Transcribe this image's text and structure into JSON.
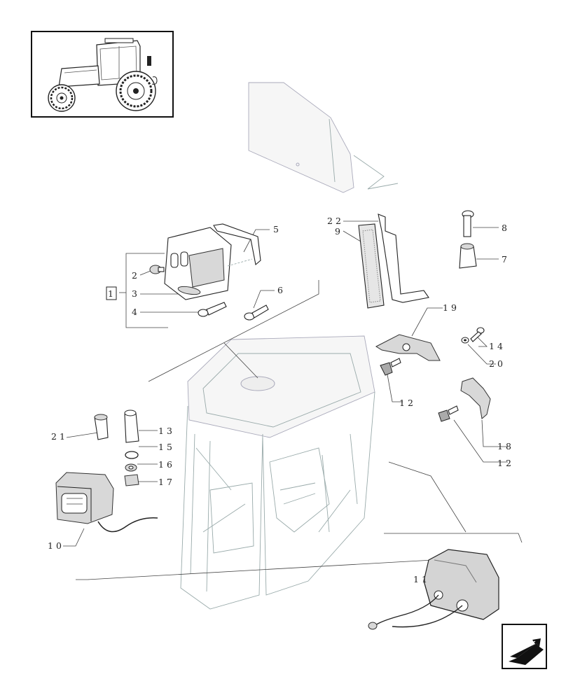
{
  "callouts": {
    "c1": "1",
    "c2": "2",
    "c3": "3",
    "c4": "4",
    "c5": "5",
    "c6": "6",
    "c7": "7",
    "c8": "8",
    "c9": "9",
    "c10": "10",
    "c11": "11",
    "c12a": "12",
    "c12b": "12",
    "c13": "13",
    "c14": "14",
    "c15": "15",
    "c16": "16",
    "c17": "17",
    "c18": "18",
    "c19": "19",
    "c20": "20",
    "c21": "21",
    "c22": "22"
  },
  "icons": {
    "thumbnail": "tractor-thumbnail-icon",
    "navigation": "back-arrow-icon"
  }
}
